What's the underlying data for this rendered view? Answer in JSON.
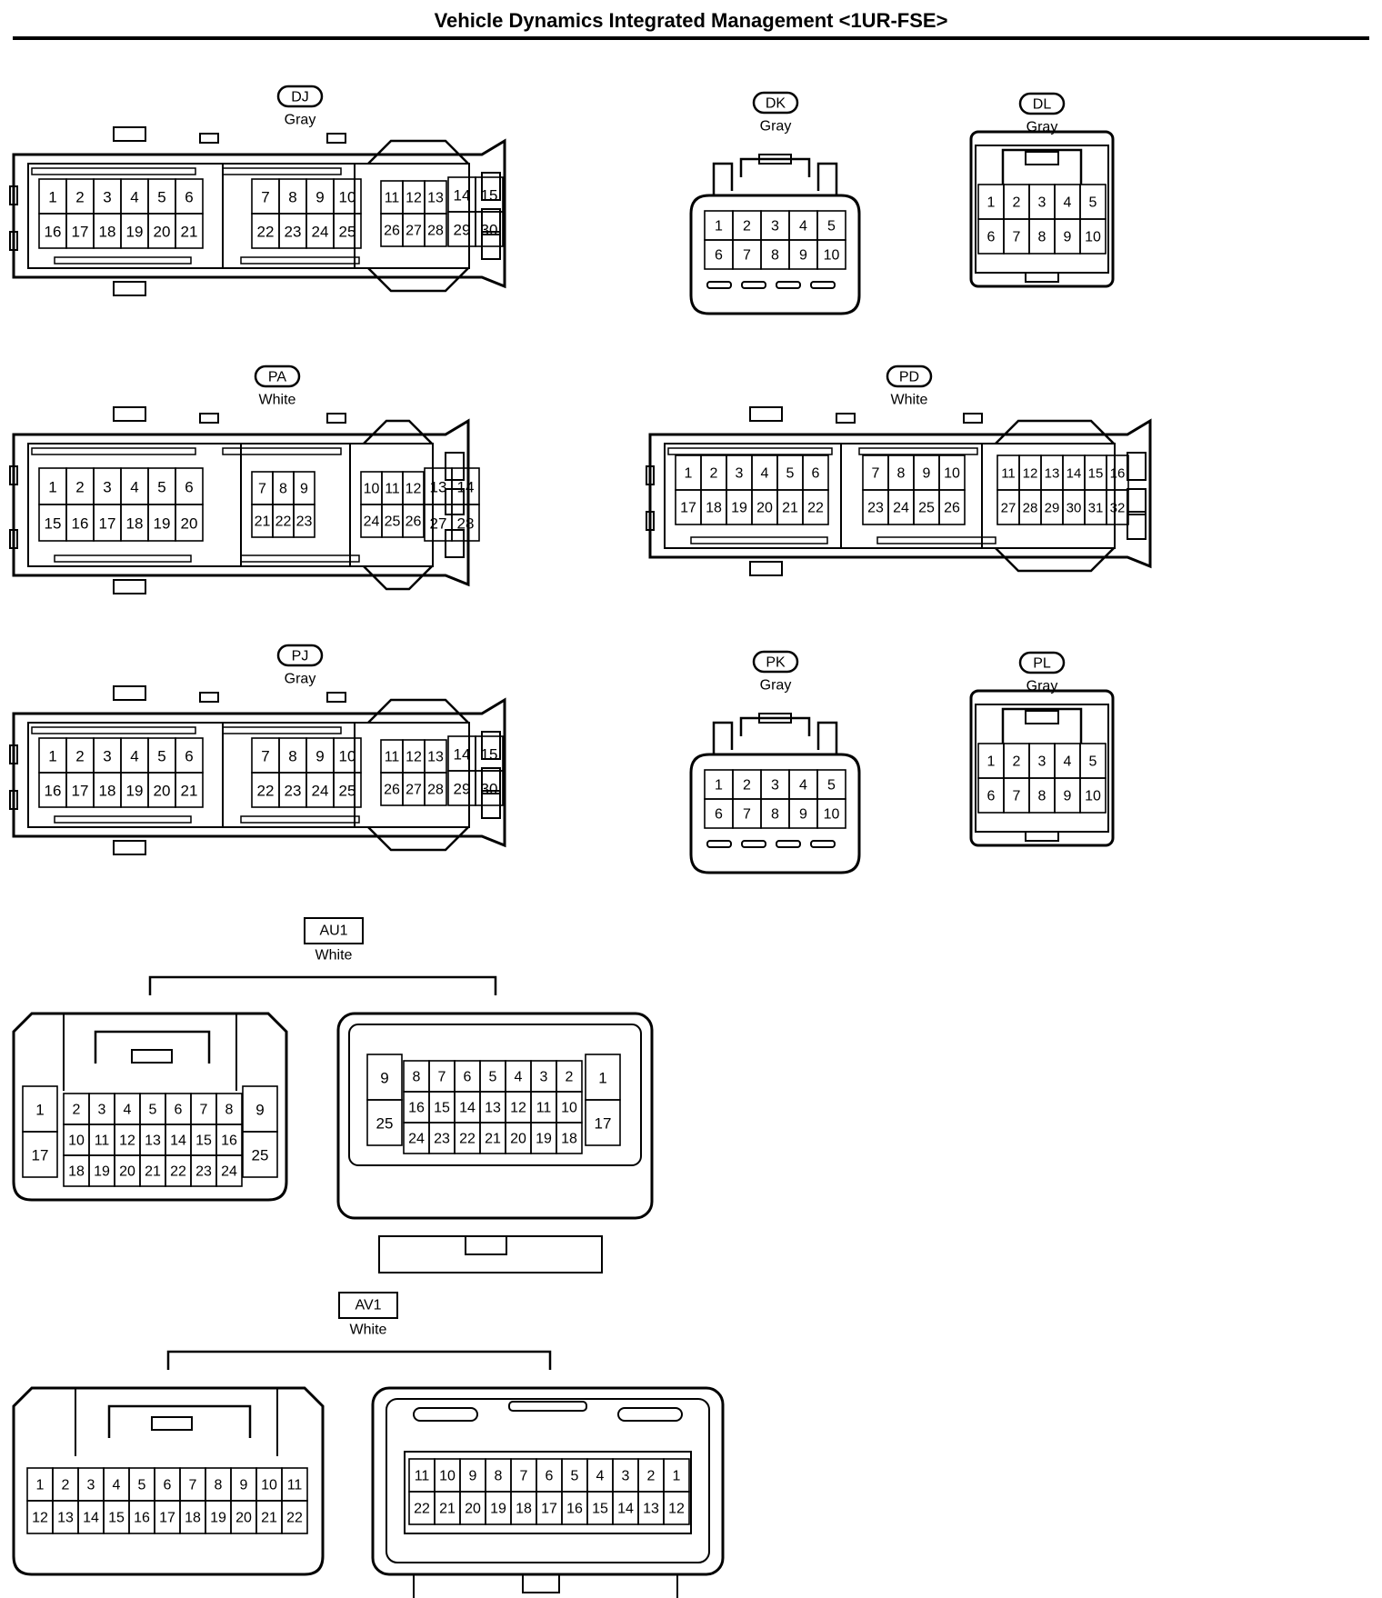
{
  "title": "Vehicle Dynamics Integrated Management <1UR-FSE>",
  "connectors": [
    {
      "id": "DJ",
      "color": "Gray",
      "tag": "pill",
      "rows": [
        [
          "1",
          "2",
          "3",
          "4",
          "5",
          "6",
          "7",
          "8",
          "9",
          "10",
          "11",
          "12",
          "13",
          "14",
          "15"
        ],
        [
          "16",
          "17",
          "18",
          "19",
          "20",
          "21",
          "22",
          "23",
          "24",
          "25",
          "26",
          "27",
          "28",
          "29",
          "30"
        ]
      ]
    },
    {
      "id": "DK",
      "color": "Gray",
      "tag": "pill",
      "rows": [
        [
          "1",
          "2",
          "3",
          "4",
          "5"
        ],
        [
          "6",
          "7",
          "8",
          "9",
          "10"
        ]
      ]
    },
    {
      "id": "DL",
      "color": "Gray",
      "tag": "pill",
      "rows": [
        [
          "1",
          "2",
          "3",
          "4",
          "5"
        ],
        [
          "6",
          "7",
          "8",
          "9",
          "10"
        ]
      ]
    },
    {
      "id": "PA",
      "color": "White",
      "tag": "pill",
      "rows": [
        [
          "1",
          "2",
          "3",
          "4",
          "5",
          "6",
          "7",
          "8",
          "9",
          "10",
          "11",
          "12",
          "13",
          "14"
        ],
        [
          "15",
          "16",
          "17",
          "18",
          "19",
          "20",
          "21",
          "22",
          "23",
          "24",
          "25",
          "26",
          "27",
          "28"
        ]
      ]
    },
    {
      "id": "PD",
      "color": "White",
      "tag": "pill",
      "rows": [
        [
          "1",
          "2",
          "3",
          "4",
          "5",
          "6",
          "7",
          "8",
          "9",
          "10",
          "11",
          "12",
          "13",
          "14",
          "15",
          "16"
        ],
        [
          "17",
          "18",
          "19",
          "20",
          "21",
          "22",
          "23",
          "24",
          "25",
          "26",
          "27",
          "28",
          "29",
          "30",
          "31",
          "32"
        ]
      ]
    },
    {
      "id": "PJ",
      "color": "Gray",
      "tag": "pill",
      "rows": [
        [
          "1",
          "2",
          "3",
          "4",
          "5",
          "6",
          "7",
          "8",
          "9",
          "10",
          "11",
          "12",
          "13",
          "14",
          "15"
        ],
        [
          "16",
          "17",
          "18",
          "19",
          "20",
          "21",
          "22",
          "23",
          "24",
          "25",
          "26",
          "27",
          "28",
          "29",
          "30"
        ]
      ]
    },
    {
      "id": "PK",
      "color": "Gray",
      "tag": "pill",
      "rows": [
        [
          "1",
          "2",
          "3",
          "4",
          "5"
        ],
        [
          "6",
          "7",
          "8",
          "9",
          "10"
        ]
      ]
    },
    {
      "id": "PL",
      "color": "Gray",
      "tag": "pill",
      "rows": [
        [
          "1",
          "2",
          "3",
          "4",
          "5"
        ],
        [
          "6",
          "7",
          "8",
          "9",
          "10"
        ]
      ]
    },
    {
      "id": "AU1",
      "color": "White",
      "tag": "box",
      "left": {
        "side_left": [
          "1",
          "17"
        ],
        "side_right": [
          "9",
          "25"
        ],
        "rows": [
          [
            "2",
            "3",
            "4",
            "5",
            "6",
            "7",
            "8"
          ],
          [
            "10",
            "11",
            "12",
            "13",
            "14",
            "15",
            "16"
          ],
          [
            "18",
            "19",
            "20",
            "21",
            "22",
            "23",
            "24"
          ]
        ]
      },
      "right": {
        "side_left": [
          "9",
          "25"
        ],
        "side_right": [
          "1",
          "17"
        ],
        "rows": [
          [
            "8",
            "7",
            "6",
            "5",
            "4",
            "3",
            "2"
          ],
          [
            "16",
            "15",
            "14",
            "13",
            "12",
            "11",
            "10"
          ],
          [
            "24",
            "23",
            "22",
            "21",
            "20",
            "19",
            "18"
          ]
        ]
      }
    },
    {
      "id": "AV1",
      "color": "White",
      "tag": "box",
      "left": {
        "rows": [
          [
            "1",
            "2",
            "3",
            "4",
            "5",
            "6",
            "7",
            "8",
            "9",
            "10",
            "11"
          ],
          [
            "12",
            "13",
            "14",
            "15",
            "16",
            "17",
            "18",
            "19",
            "20",
            "21",
            "22"
          ]
        ]
      },
      "right": {
        "rows": [
          [
            "11",
            "10",
            "9",
            "8",
            "7",
            "6",
            "5",
            "4",
            "3",
            "2",
            "1"
          ],
          [
            "22",
            "21",
            "20",
            "19",
            "18",
            "17",
            "16",
            "15",
            "14",
            "13",
            "12"
          ]
        ]
      }
    }
  ]
}
